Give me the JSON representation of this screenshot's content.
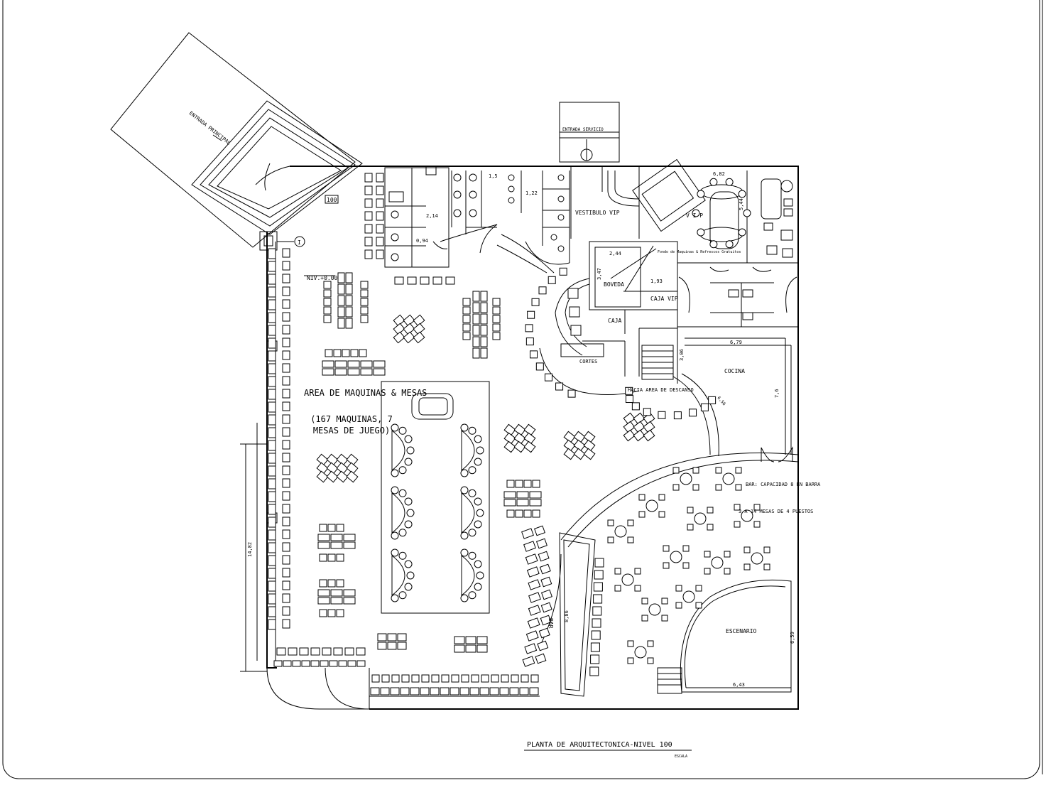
{
  "drawing": {
    "title": "PLANTA DE ARQUITECTONICA-NIVEL 100",
    "scale": "ESCALA",
    "level_tag": "100",
    "nivel": "NIV.+0.00",
    "axis_marker": "I"
  },
  "labels": {
    "entrance_main": "ENTRADA PRINCIPAL",
    "entrance_service": "ENTRADA SERVICIO",
    "vestibulo_vip": "VESTIBULO VIP",
    "vip": "V I P",
    "boveda": "BOVEDA",
    "caja_vip": "CAJA VIP",
    "caja": "CAJA",
    "cortes": "CORTES",
    "cocina": "COCINA",
    "hacia_area": "HACIA AREA DE DESCANSO",
    "area_maquinas": "AREA DE MAQUINAS & MESAS",
    "area_maquinas_detail": "(167 MAQUINAS, 7 MESAS DE JUEGO)",
    "bar_capacity": "BAR: CAPACIDAD 8 EN BARRA",
    "bar_mesas": "3 A 14 MESAS DE 4 PUESTOS",
    "bar": "BAR",
    "escenario": "ESCENARIO",
    "note_boveda": "Fondo de Maquinas & Refrescos Gratuitos"
  },
  "dimensions": {
    "d214": "2,14",
    "d094": "0,94",
    "d15": "1,5",
    "d122": "1,22",
    "d682": "6,82",
    "d544": "5,44",
    "d244": "2,44",
    "d347": "3,47",
    "d193": "1,93",
    "d306": "3,06",
    "d679": "6,79",
    "d76": "7,6",
    "d1482": "14,82",
    "d886": "8,86",
    "d643": "6,43",
    "d659": "6,59",
    "d656": "6,56"
  }
}
